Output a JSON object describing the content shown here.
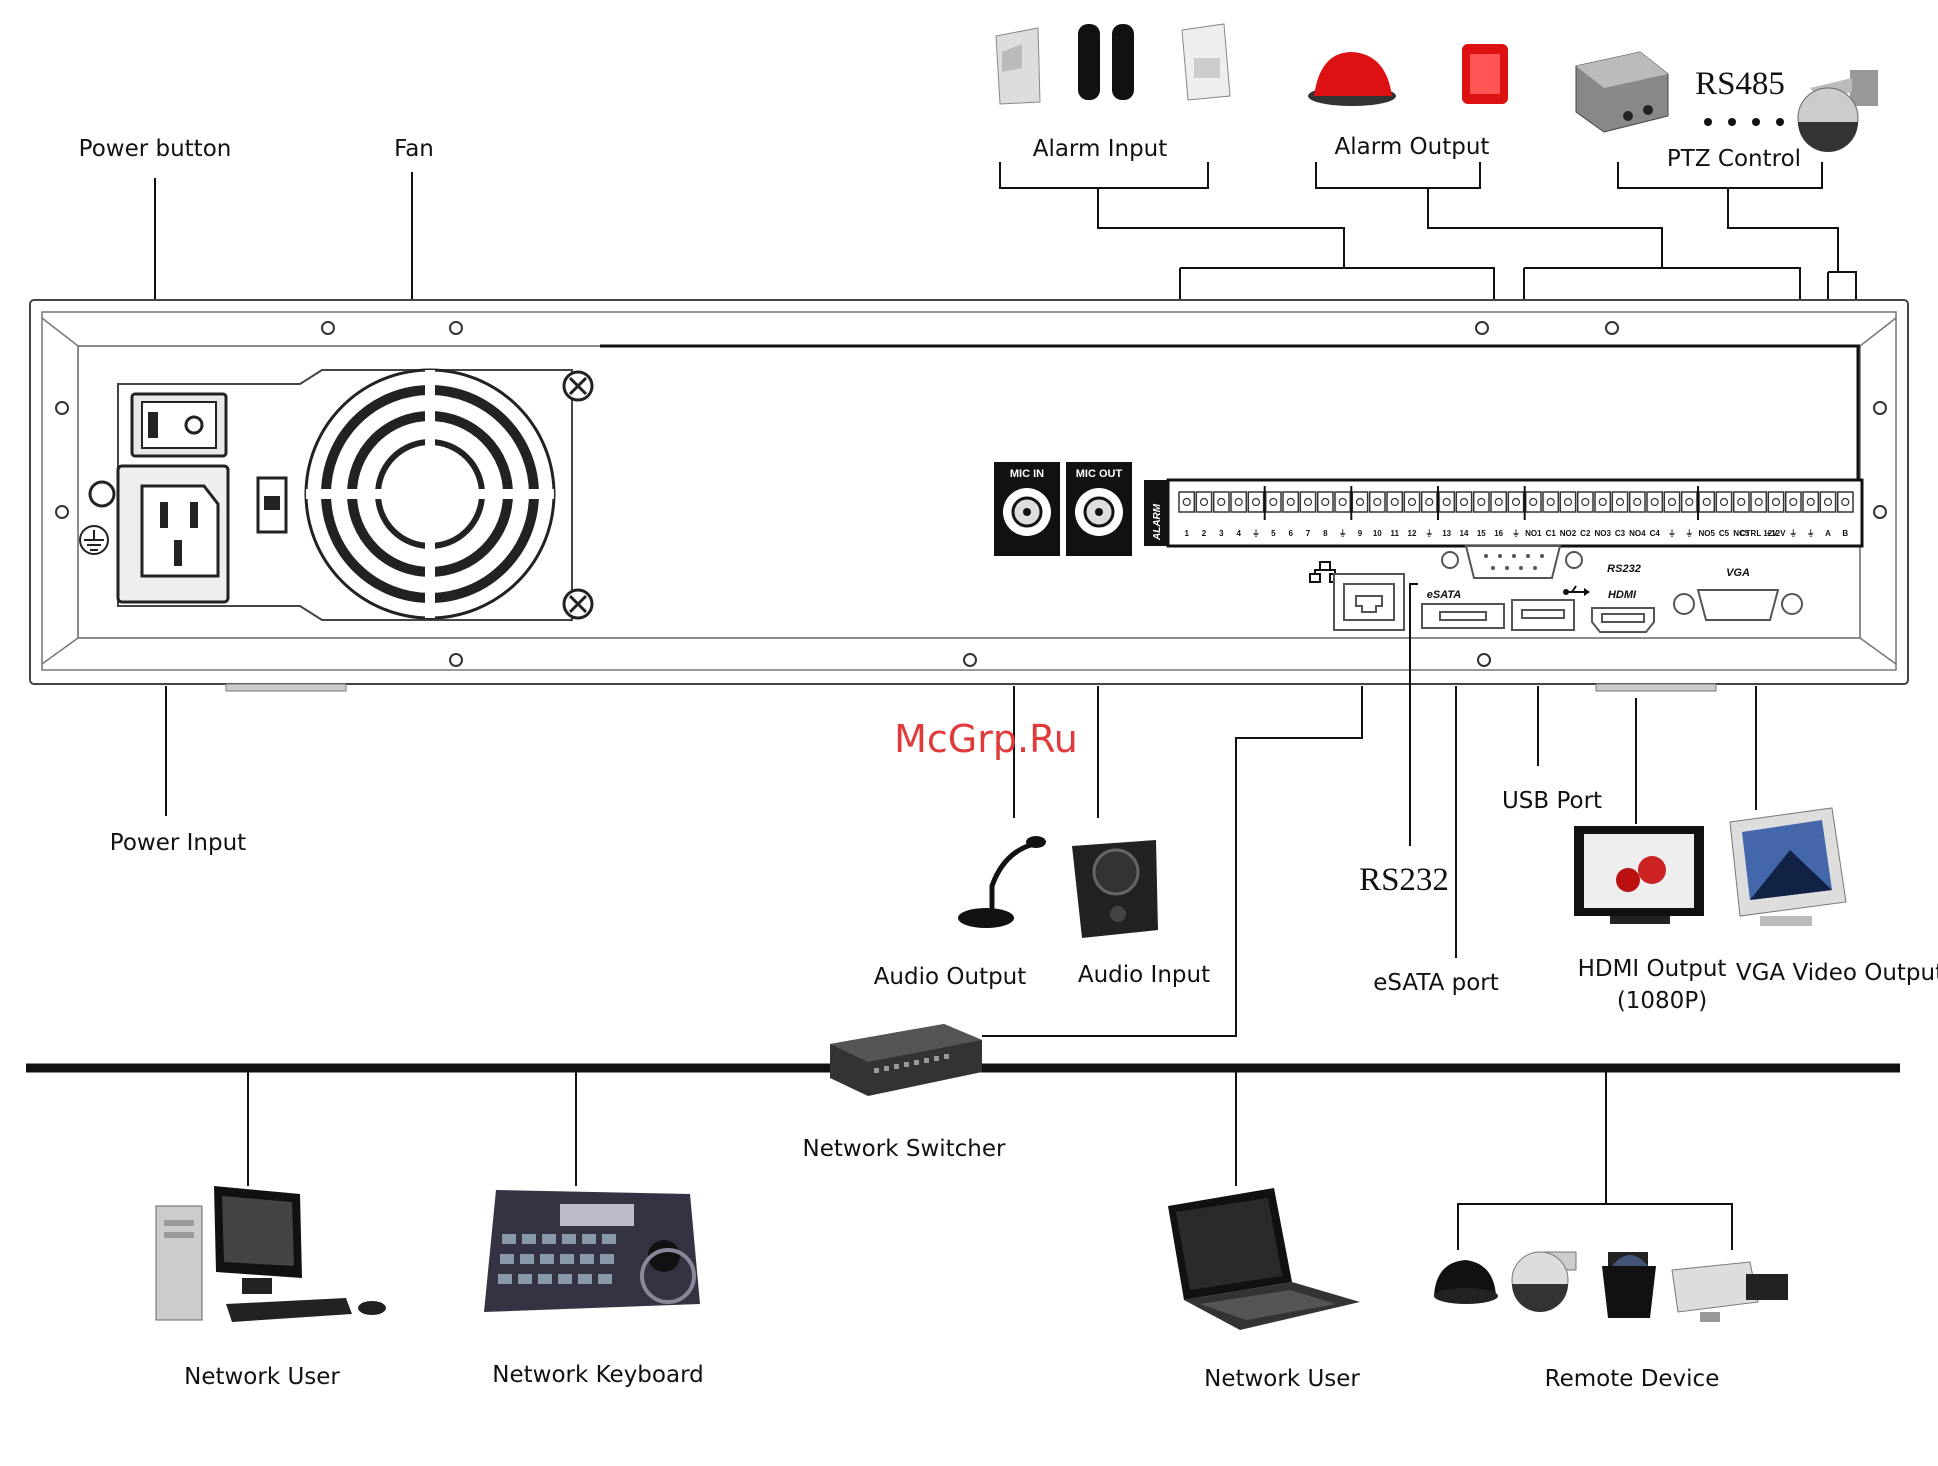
{
  "watermark": "McGrp.Ru",
  "rear_panel": {
    "mic_in": "MIC IN",
    "mic_out": "MIC OUT",
    "alarm": "ALARM",
    "esata": "eSATA",
    "rs232": "RS232",
    "hdmi": "HDMI",
    "vga": "VGA",
    "alarm_pins": [
      "1",
      "2",
      "3",
      "4",
      "⏚",
      "5",
      "6",
      "7",
      "8",
      "⏚",
      "9",
      "10",
      "11",
      "12",
      "⏚",
      "13",
      "14",
      "15",
      "16",
      "⏚",
      "NO1",
      "C1",
      "NO2",
      "C2",
      "NO3",
      "C3",
      "NO4",
      "C4",
      "⏚",
      "⏚",
      "NO5",
      "C5",
      "NC5",
      "CTRL 12V",
      "+12V",
      "⏚",
      "⏚",
      "A",
      "B"
    ]
  },
  "labels": {
    "power_button": "Power button",
    "fan": "Fan",
    "power_input": "Power Input",
    "alarm_input": "Alarm Input",
    "alarm_output": "Alarm Output",
    "rs485": "RS485",
    "ptz_control": "PTZ Control",
    "usb_port": "USB Port",
    "rs232": "RS232",
    "esata_port": "eSATA port",
    "hdmi_output": "HDMI Output",
    "hdmi_res": "(1080P)",
    "vga_output": "VGA Video Output",
    "audio_output": "Audio Output",
    "audio_input": "Audio Input",
    "network_switcher": "Network Switcher",
    "network_user_left": "Network User",
    "network_keyboard": "Network Keyboard",
    "network_user_right": "Network User",
    "remote_device": "Remote Device"
  },
  "icons": [
    "pir-sensor-icon",
    "beam-sensor-icon",
    "smoke-detector-icon",
    "siren-icon",
    "strobe-icon",
    "ptz-decoder-icon",
    "speed-dome-icon",
    "microphone-icon",
    "speaker-icon",
    "hdmi-monitor-icon",
    "vga-monitor-icon",
    "network-switch-icon",
    "desktop-pc-icon",
    "ptz-keyboard-icon",
    "laptop-icon",
    "dome-camera-icon",
    "speed-dome-camera-icon",
    "box-camera-icon",
    "lan-icon",
    "usb-icon",
    "ground-icon"
  ]
}
